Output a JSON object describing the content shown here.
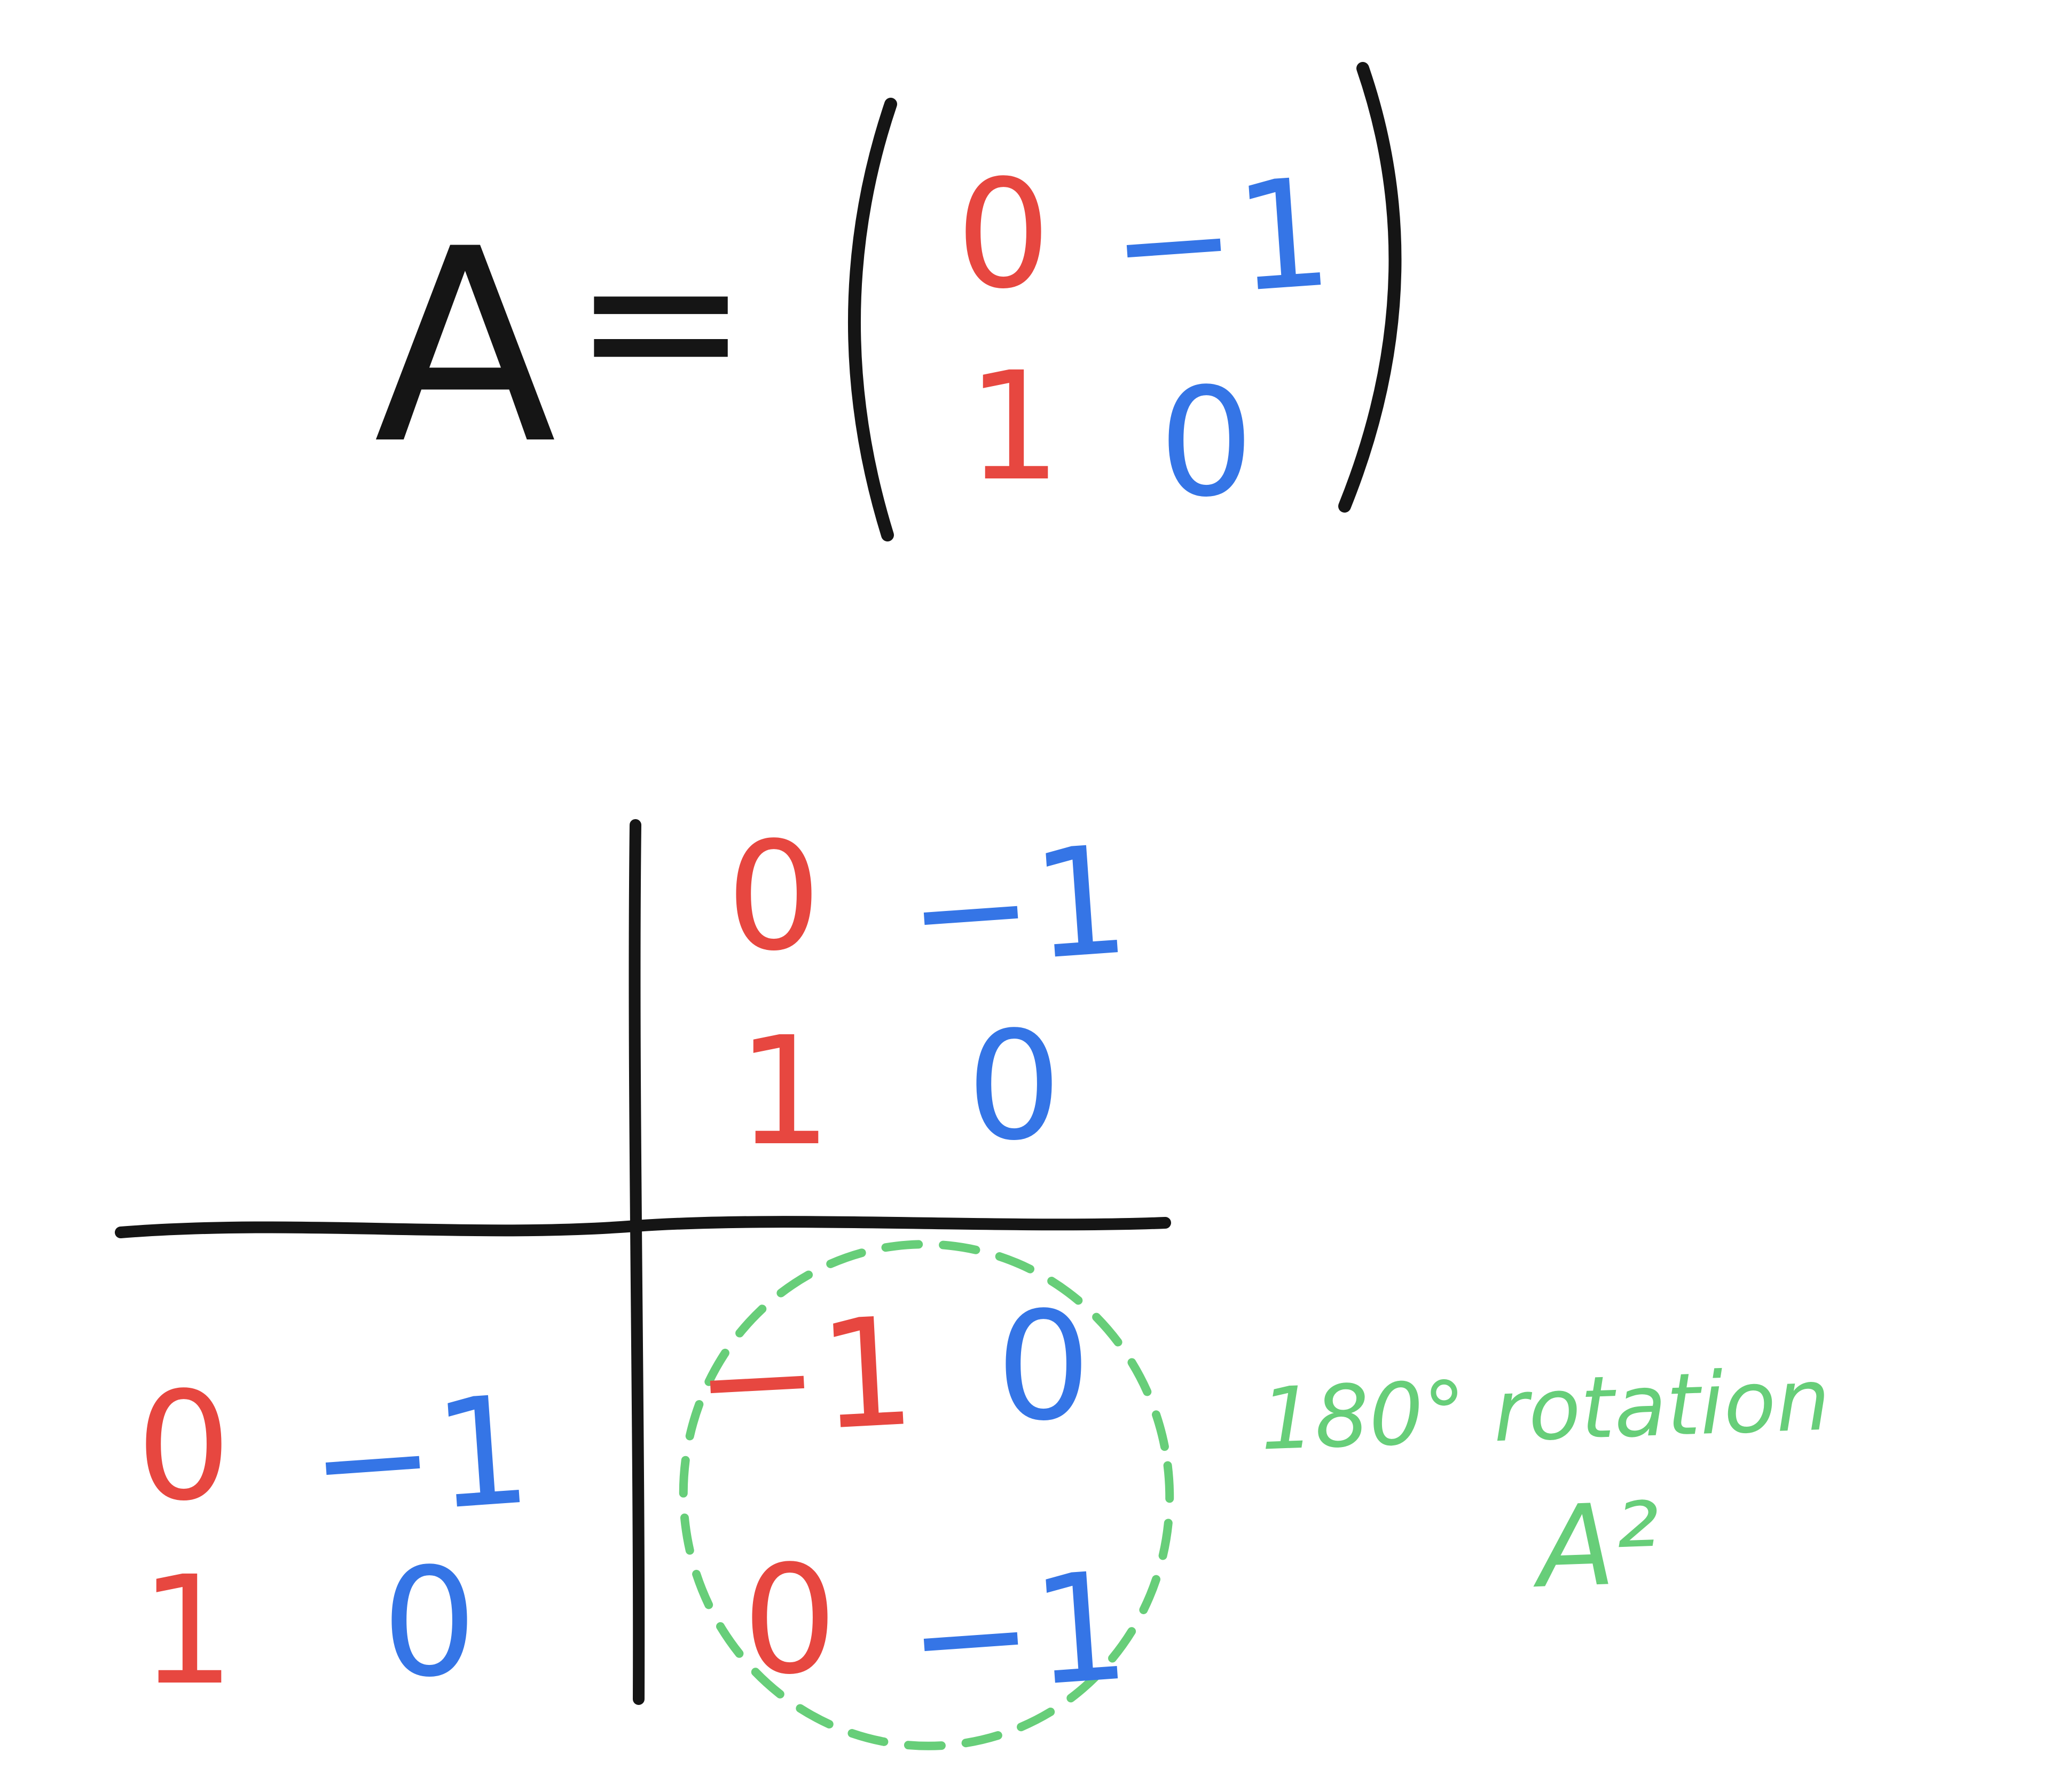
{
  "colors": {
    "red": "#e74740",
    "blue": "#3575e6",
    "green": "#67ce79",
    "black": "#151515"
  },
  "equation": {
    "label": "A",
    "equals_sign": "=",
    "matrix": {
      "r1c1": "0",
      "r1c2": "−1",
      "r2c1": "1",
      "r2c2": "0"
    }
  },
  "diagram": {
    "top_right_matrix": {
      "r1c1": "0",
      "r1c2": "−1",
      "r2c1": "1",
      "r2c2": "0"
    },
    "bottom_left_matrix": {
      "r1c1": "0",
      "r1c2": "−1",
      "r2c1": "1",
      "r2c2": "0"
    },
    "bottom_right_matrix": {
      "r1c1": "−1",
      "r1c2": "0",
      "r2c1": "0",
      "r2c2": "−1"
    },
    "annotation_line1": "180° rotation",
    "annotation_line2": "A²"
  }
}
